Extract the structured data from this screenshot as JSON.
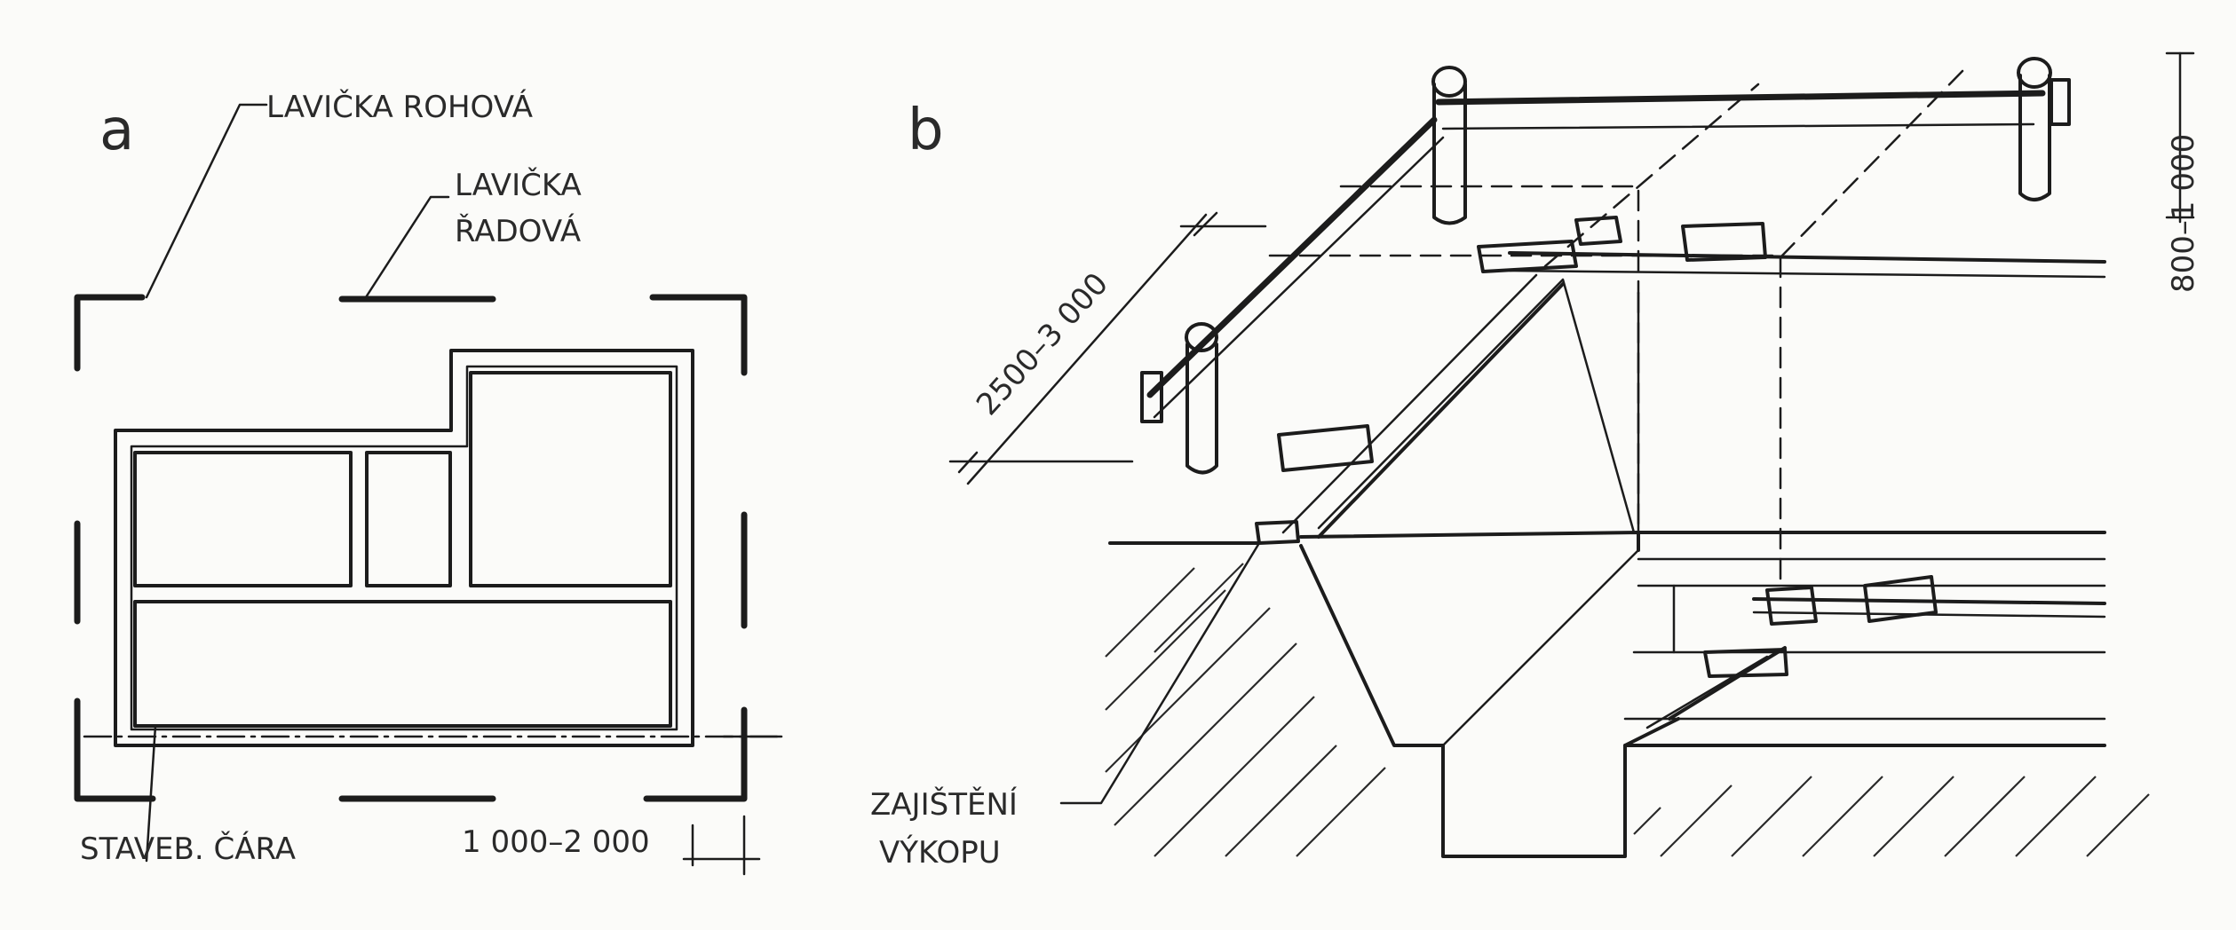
{
  "panel_a": {
    "panel_label": "a",
    "label_corner_bench": "LAVIČKA ROHOVÁ",
    "label_row_bench_1": "LAVIČKA",
    "label_row_bench_2": "ŘADOVÁ",
    "label_building_line": "STAVEB. ČÁRA",
    "dimension_offset": "1 000–2 000"
  },
  "panel_b": {
    "panel_label": "b",
    "dimension_spacing": "2500–3 000",
    "dimension_height": "800–1 000",
    "label_excavation_1": "ZAJIŠTĚNÍ",
    "label_excavation_2": "VÝKOPU"
  }
}
